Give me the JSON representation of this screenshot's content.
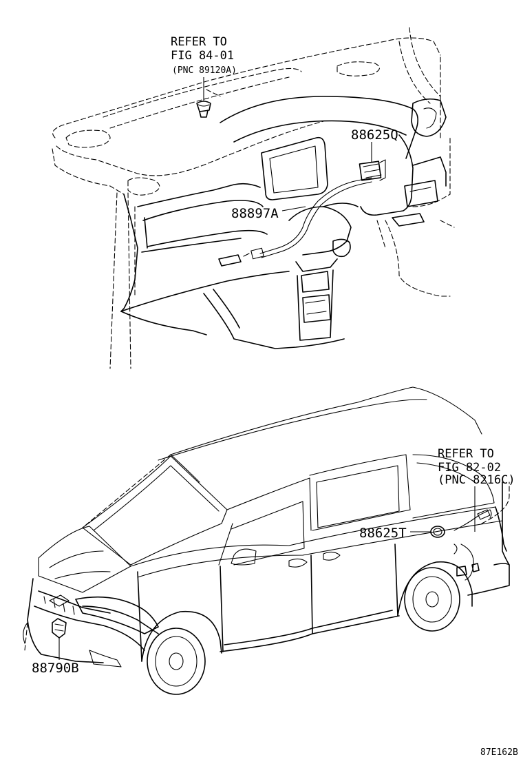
{
  "callouts": {
    "ref_top": {
      "line1": "REFER TO",
      "line2": "FIG 84-01",
      "line3": "(PNC 89120A)"
    },
    "ref_bottom": {
      "line1": "REFER TO",
      "line2": "FIG 82-02",
      "line3": "(PNC 8216C)"
    }
  },
  "parts": {
    "p1": "88625Q",
    "p2": "88897A",
    "p3": "88625T",
    "p4": "88790B"
  },
  "figure_code": "87E162B"
}
